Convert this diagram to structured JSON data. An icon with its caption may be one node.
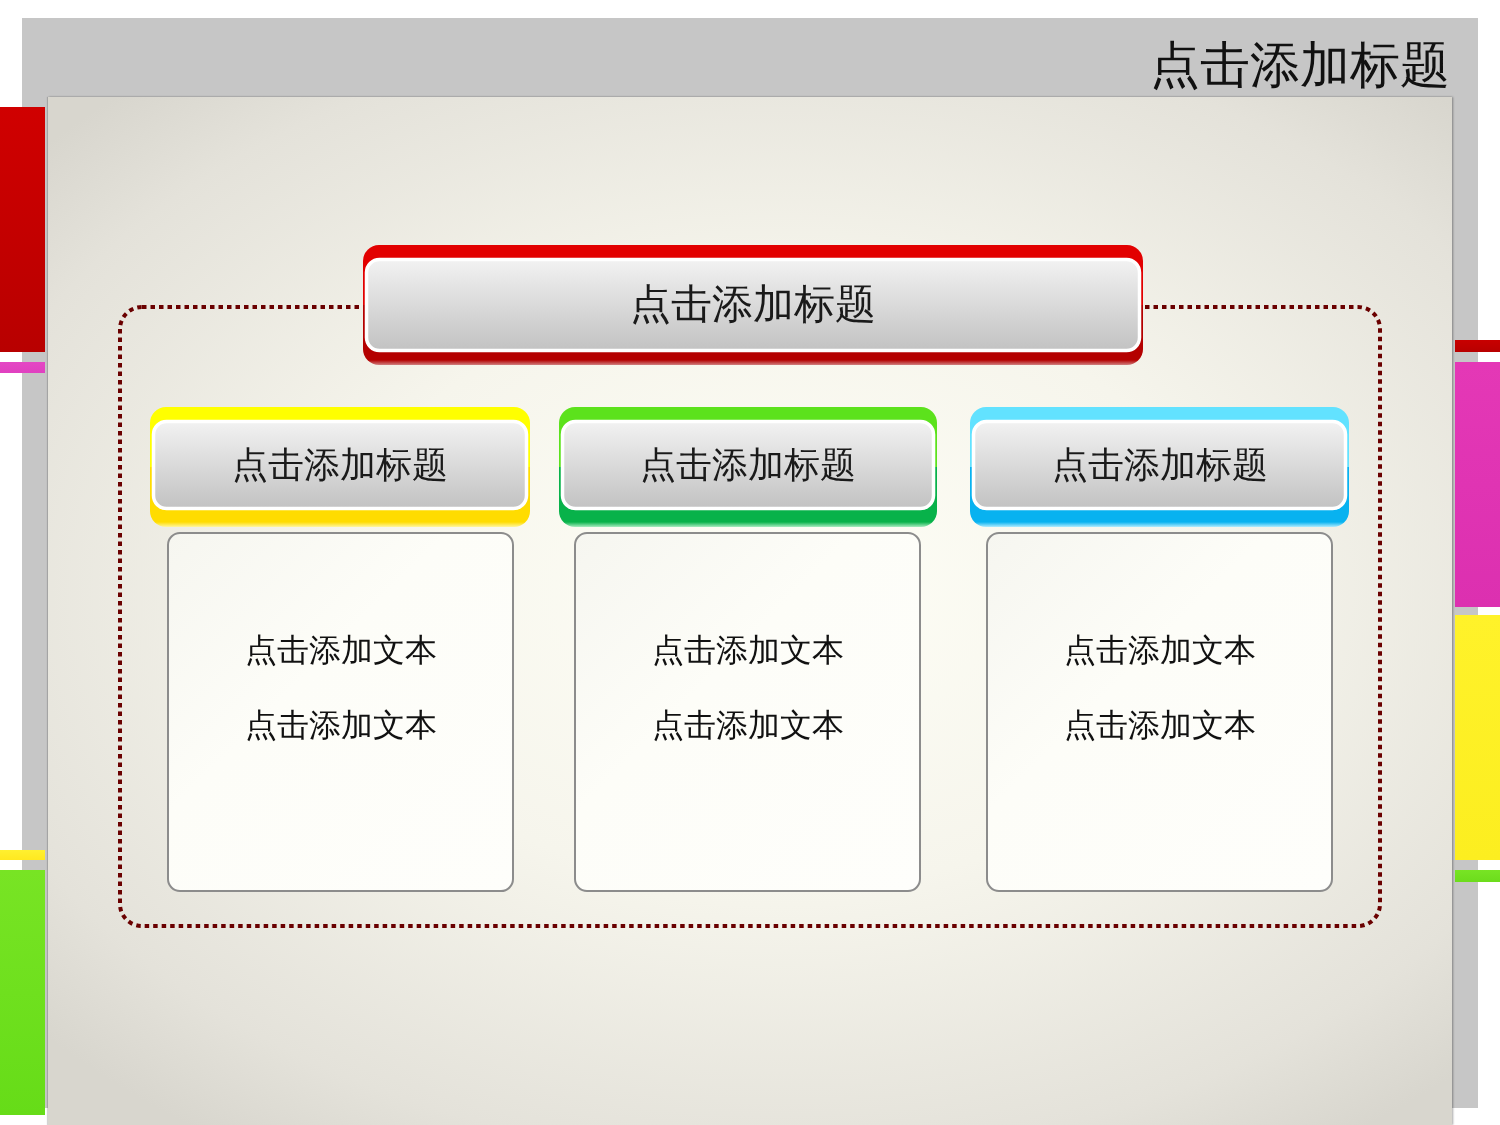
{
  "diagram": {
    "title": "点击添加标题",
    "nodes": [
      {
        "text": [],
        "shape": "box"
      },
      {
        "text": [
          "点击添加标题"
        ]
      },
      {
        "text": [
          "点击添加标题"
        ],
        "in": 0
      },
      {
        "text": [
          "点击添加标题"
        ],
        "in": 0
      },
      {
        "text": [
          "点击添加标题"
        ],
        "in": 0
      },
      {
        "text": [
          "点击添加文本",
          "点击添加文本"
        ],
        "in": 0
      },
      {
        "text": [
          "点击添加文本",
          "点击添加文本"
        ],
        "in": 0
      },
      {
        "text": [
          "点击添加文本",
          "点击添加文本"
        ],
        "in": 0
      }
    ]
  }
}
